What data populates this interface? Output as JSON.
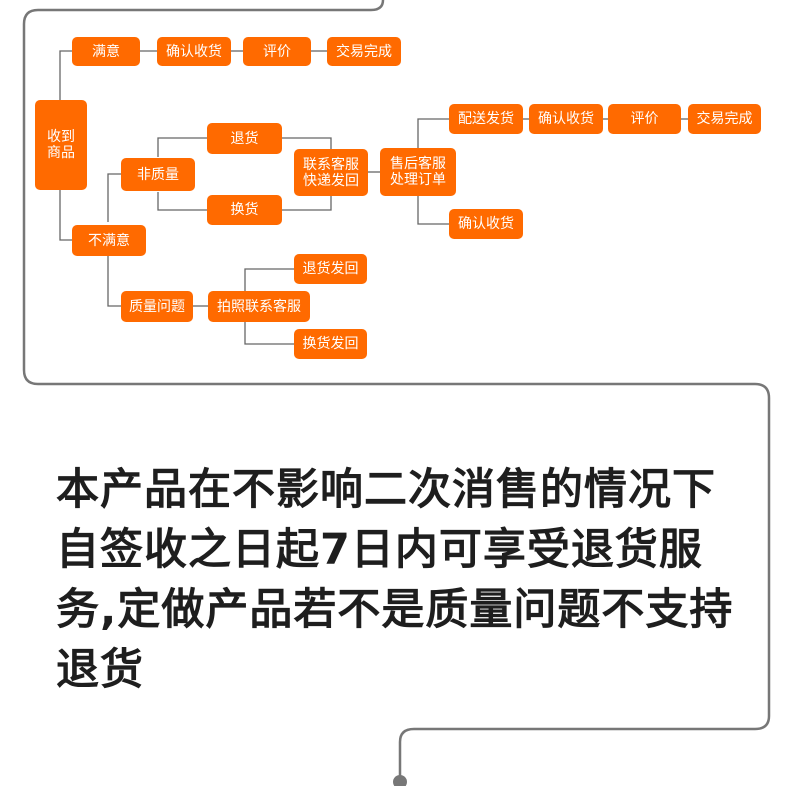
{
  "nodes": {
    "received": "收到\n商品",
    "satisfied": "满意",
    "confirm1": "确认收货",
    "review1": "评价",
    "done1": "交易完成",
    "unsatisfied": "不满意",
    "non_quality": "非质量",
    "return": "退货",
    "exchange": "换货",
    "contact_ship": "联系客服\n快递发回",
    "after_sales": "售后客服\n处理订单",
    "ship_out": "配送发货",
    "confirm2": "确认收货",
    "review2": "评价",
    "done2": "交易完成",
    "confirm3": "确认收货",
    "quality_issue": "质量问题",
    "photo_contact": "拍照联系客服",
    "return_back": "退货发回",
    "exchange_back": "换货发回"
  },
  "policy_text": {
    "line1": "本产品在不影响二次消售的情况下",
    "line2": "自签收之日起7日内可享受退货服",
    "line3": "务,定做产品若不是质量问题不支持",
    "line4": "退货"
  },
  "colors": {
    "node": "#ff6a00",
    "line": "#666666",
    "frame": "#777777",
    "text": "#1e1e1e"
  }
}
